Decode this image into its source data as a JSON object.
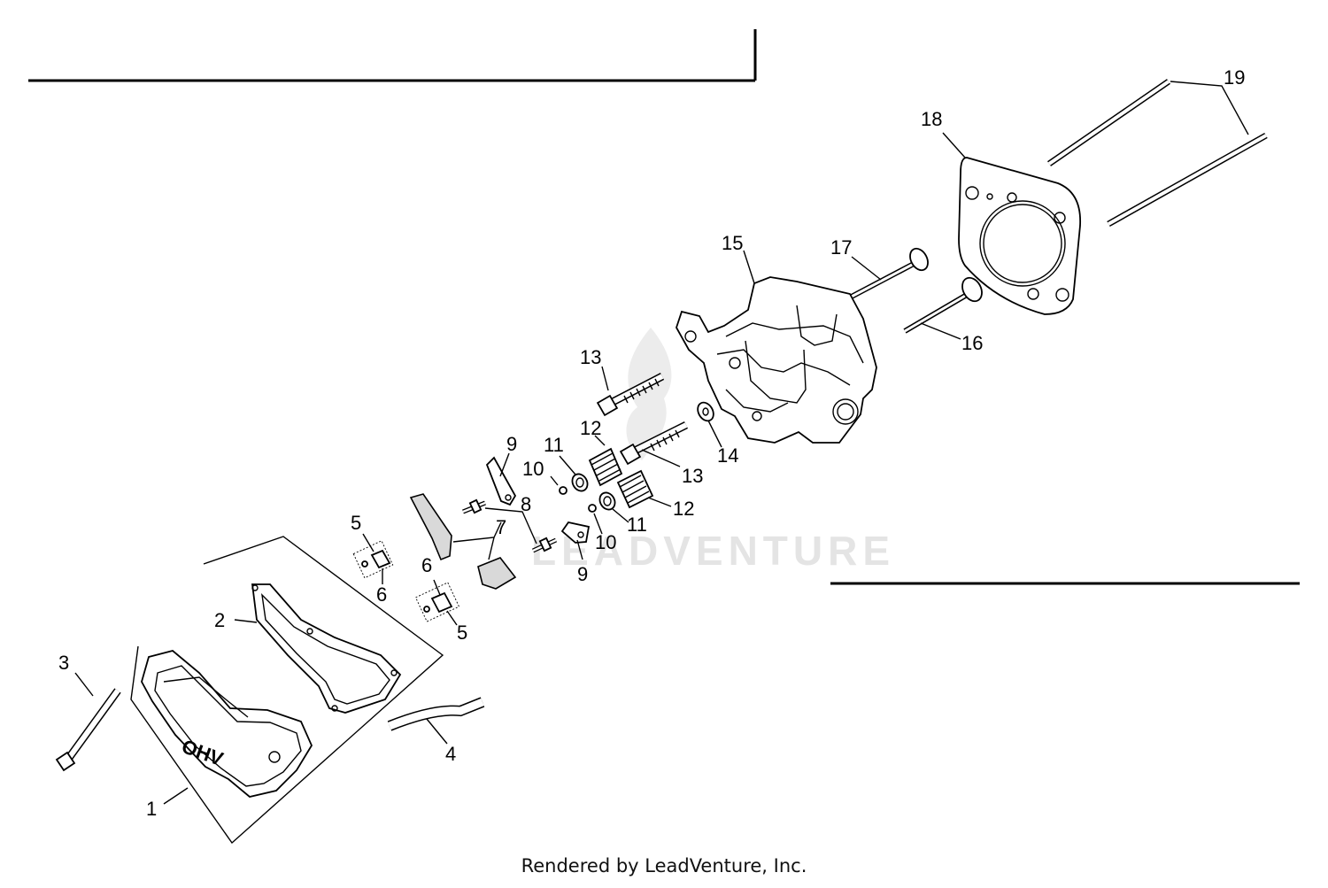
{
  "diagram": {
    "watermark": "LEADVENTURE",
    "footer": "Rendered by LeadVenture, Inc.",
    "callouts": {
      "c1": "1",
      "c2": "2",
      "c3": "3",
      "c4": "4",
      "c5a": "5",
      "c5b": "5",
      "c6a": "6",
      "c6b": "6",
      "c7": "7",
      "c8": "8",
      "c9a": "9",
      "c9b": "9",
      "c10a": "10",
      "c10b": "10",
      "c11a": "11",
      "c11b": "11",
      "c12a": "12",
      "c12b": "12",
      "c13a": "13",
      "c13b": "13",
      "c14": "14",
      "c15": "15",
      "c16": "16",
      "c17": "17",
      "c18": "18",
      "c19": "19"
    },
    "cover_lettering": "OHV"
  }
}
